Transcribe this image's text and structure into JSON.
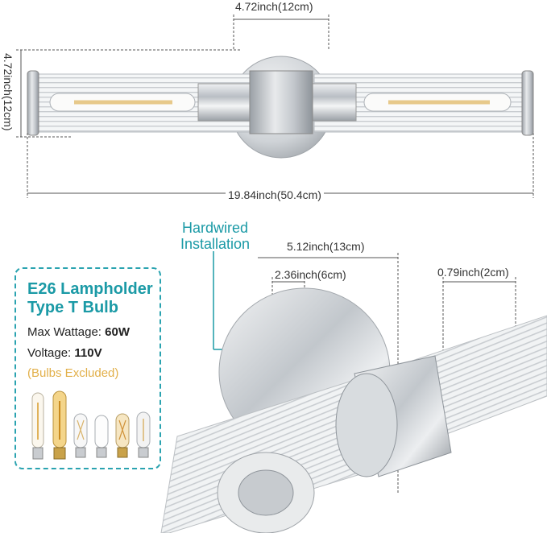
{
  "dimensions": {
    "top_width": "4.72inch(12cm)",
    "left_height": "4.72inch(12cm)",
    "total_length": "19.84inch(50.4cm)",
    "mount_length": "5.12inch(13cm)",
    "backplate_offset": "2.36inch(6cm)",
    "tube_diameter": "0.79inch(2cm)"
  },
  "callout": {
    "line1": "Hardwired",
    "line2": "Installation"
  },
  "spec": {
    "title_line1": "E26 Lampholder",
    "title_line2": "Type T Bulb",
    "wattage_label": "Max Wattage: ",
    "wattage_value": "60W",
    "voltage_label": "Voltage: ",
    "voltage_value": "110V",
    "note": "(Bulbs Excluded)"
  },
  "colors": {
    "accent": "#1b9aa6",
    "note": "#e2b04a",
    "chrome": "#c5c9ce"
  }
}
